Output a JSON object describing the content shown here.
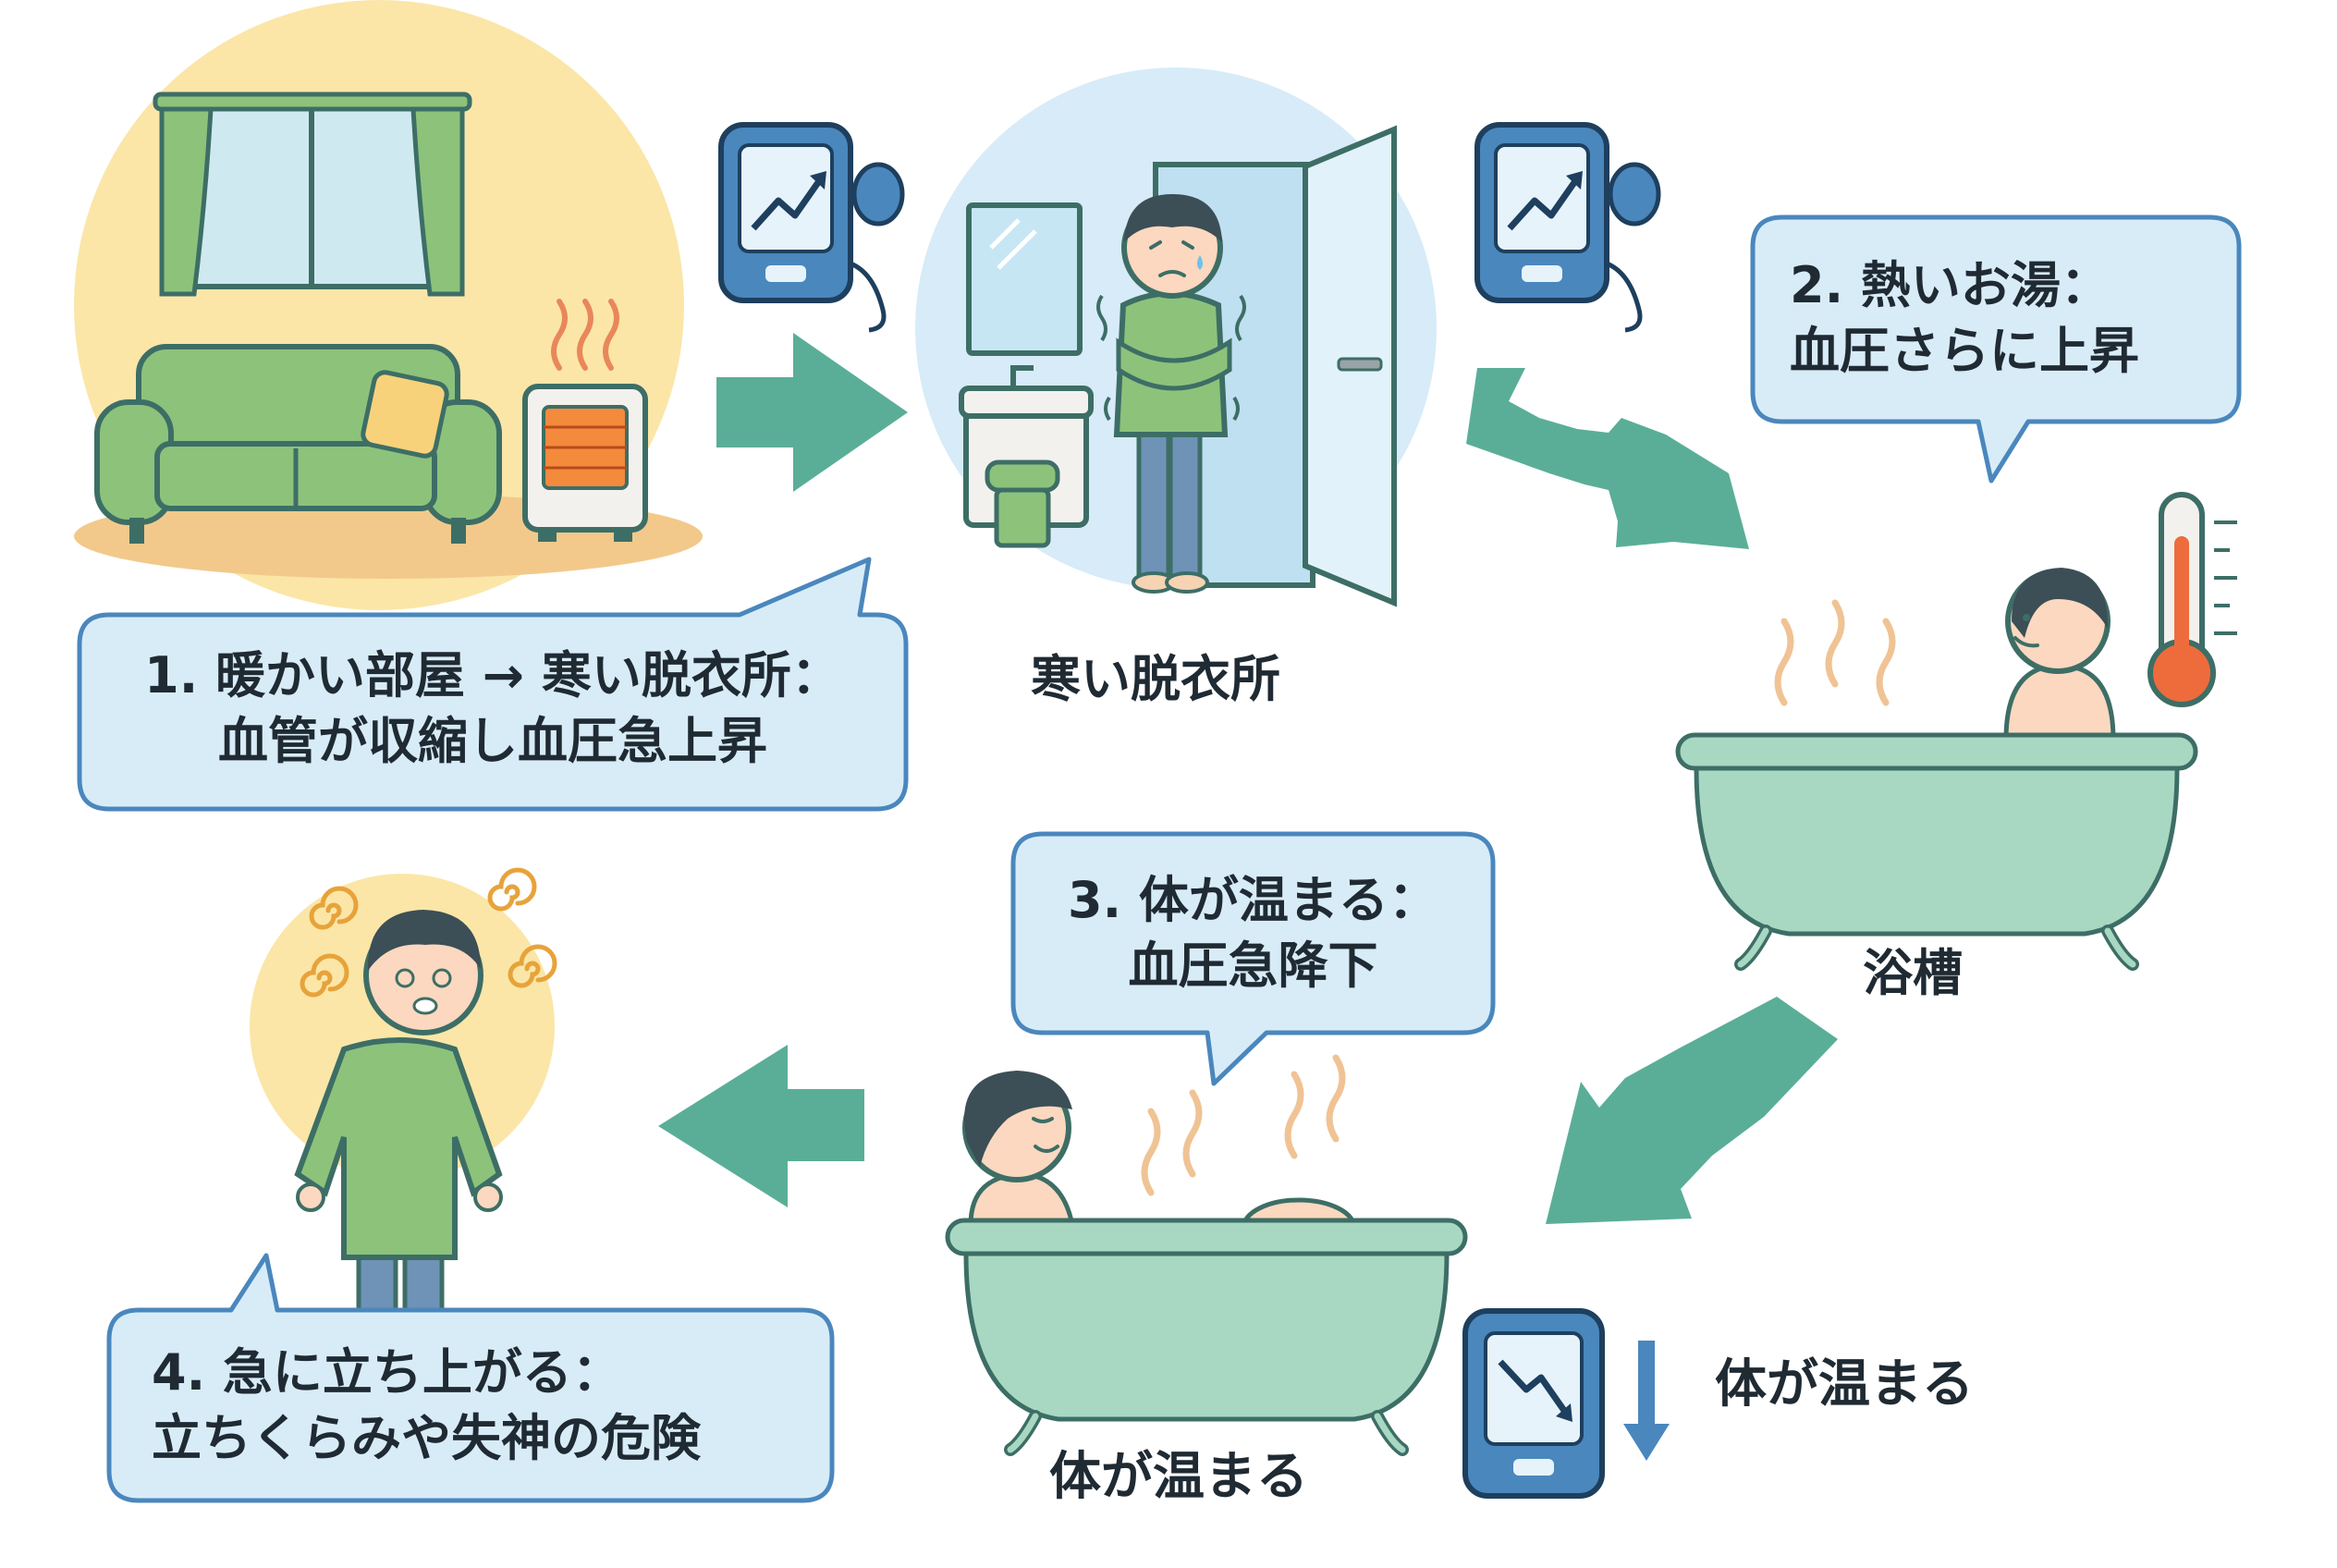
{
  "colors": {
    "arrow": "#5aae98",
    "bubble_fill": "#d8ecf8",
    "bubble_stroke": "#4a87bd",
    "warm_bg": "#fbe6a8",
    "cool_bg": "#d7ebf8",
    "sofa": "#8dc27b",
    "tub": "#a8d8c2",
    "monitor": "#4a87bd",
    "skin": "#fbd8bf"
  },
  "steps": [
    {
      "line1": "1. 暖かい部屋 → 寒い脱衣所：",
      "line2": "血管が収縮し血圧急上昇"
    },
    {
      "line1": "2. 熱いお湯：",
      "line2": "血圧さらに上昇"
    },
    {
      "line1": "3. 体が温まる：",
      "line2": "血圧急降下"
    },
    {
      "line1": "4. 急に立ち上がる：",
      "line2": "立ちくらみや失神の危険"
    }
  ],
  "captions": {
    "dressing_room": "寒い脱衣所",
    "bathtub": "浴槽",
    "bath_warming": "体が温まる",
    "monitor_note": "体が温まる"
  },
  "icons": [
    "window-icon",
    "sofa-icon",
    "heater-icon",
    "heat-wave-icon",
    "blood-pressure-monitor-up-icon",
    "cold-person-icon",
    "door-icon",
    "mirror-icon",
    "sink-icon",
    "thermometer-icon",
    "bathtub-icon",
    "steam-icon",
    "blood-pressure-monitor-down-icon",
    "down-arrow-icon",
    "dizzy-person-icon",
    "dizzy-swirl-icon"
  ]
}
